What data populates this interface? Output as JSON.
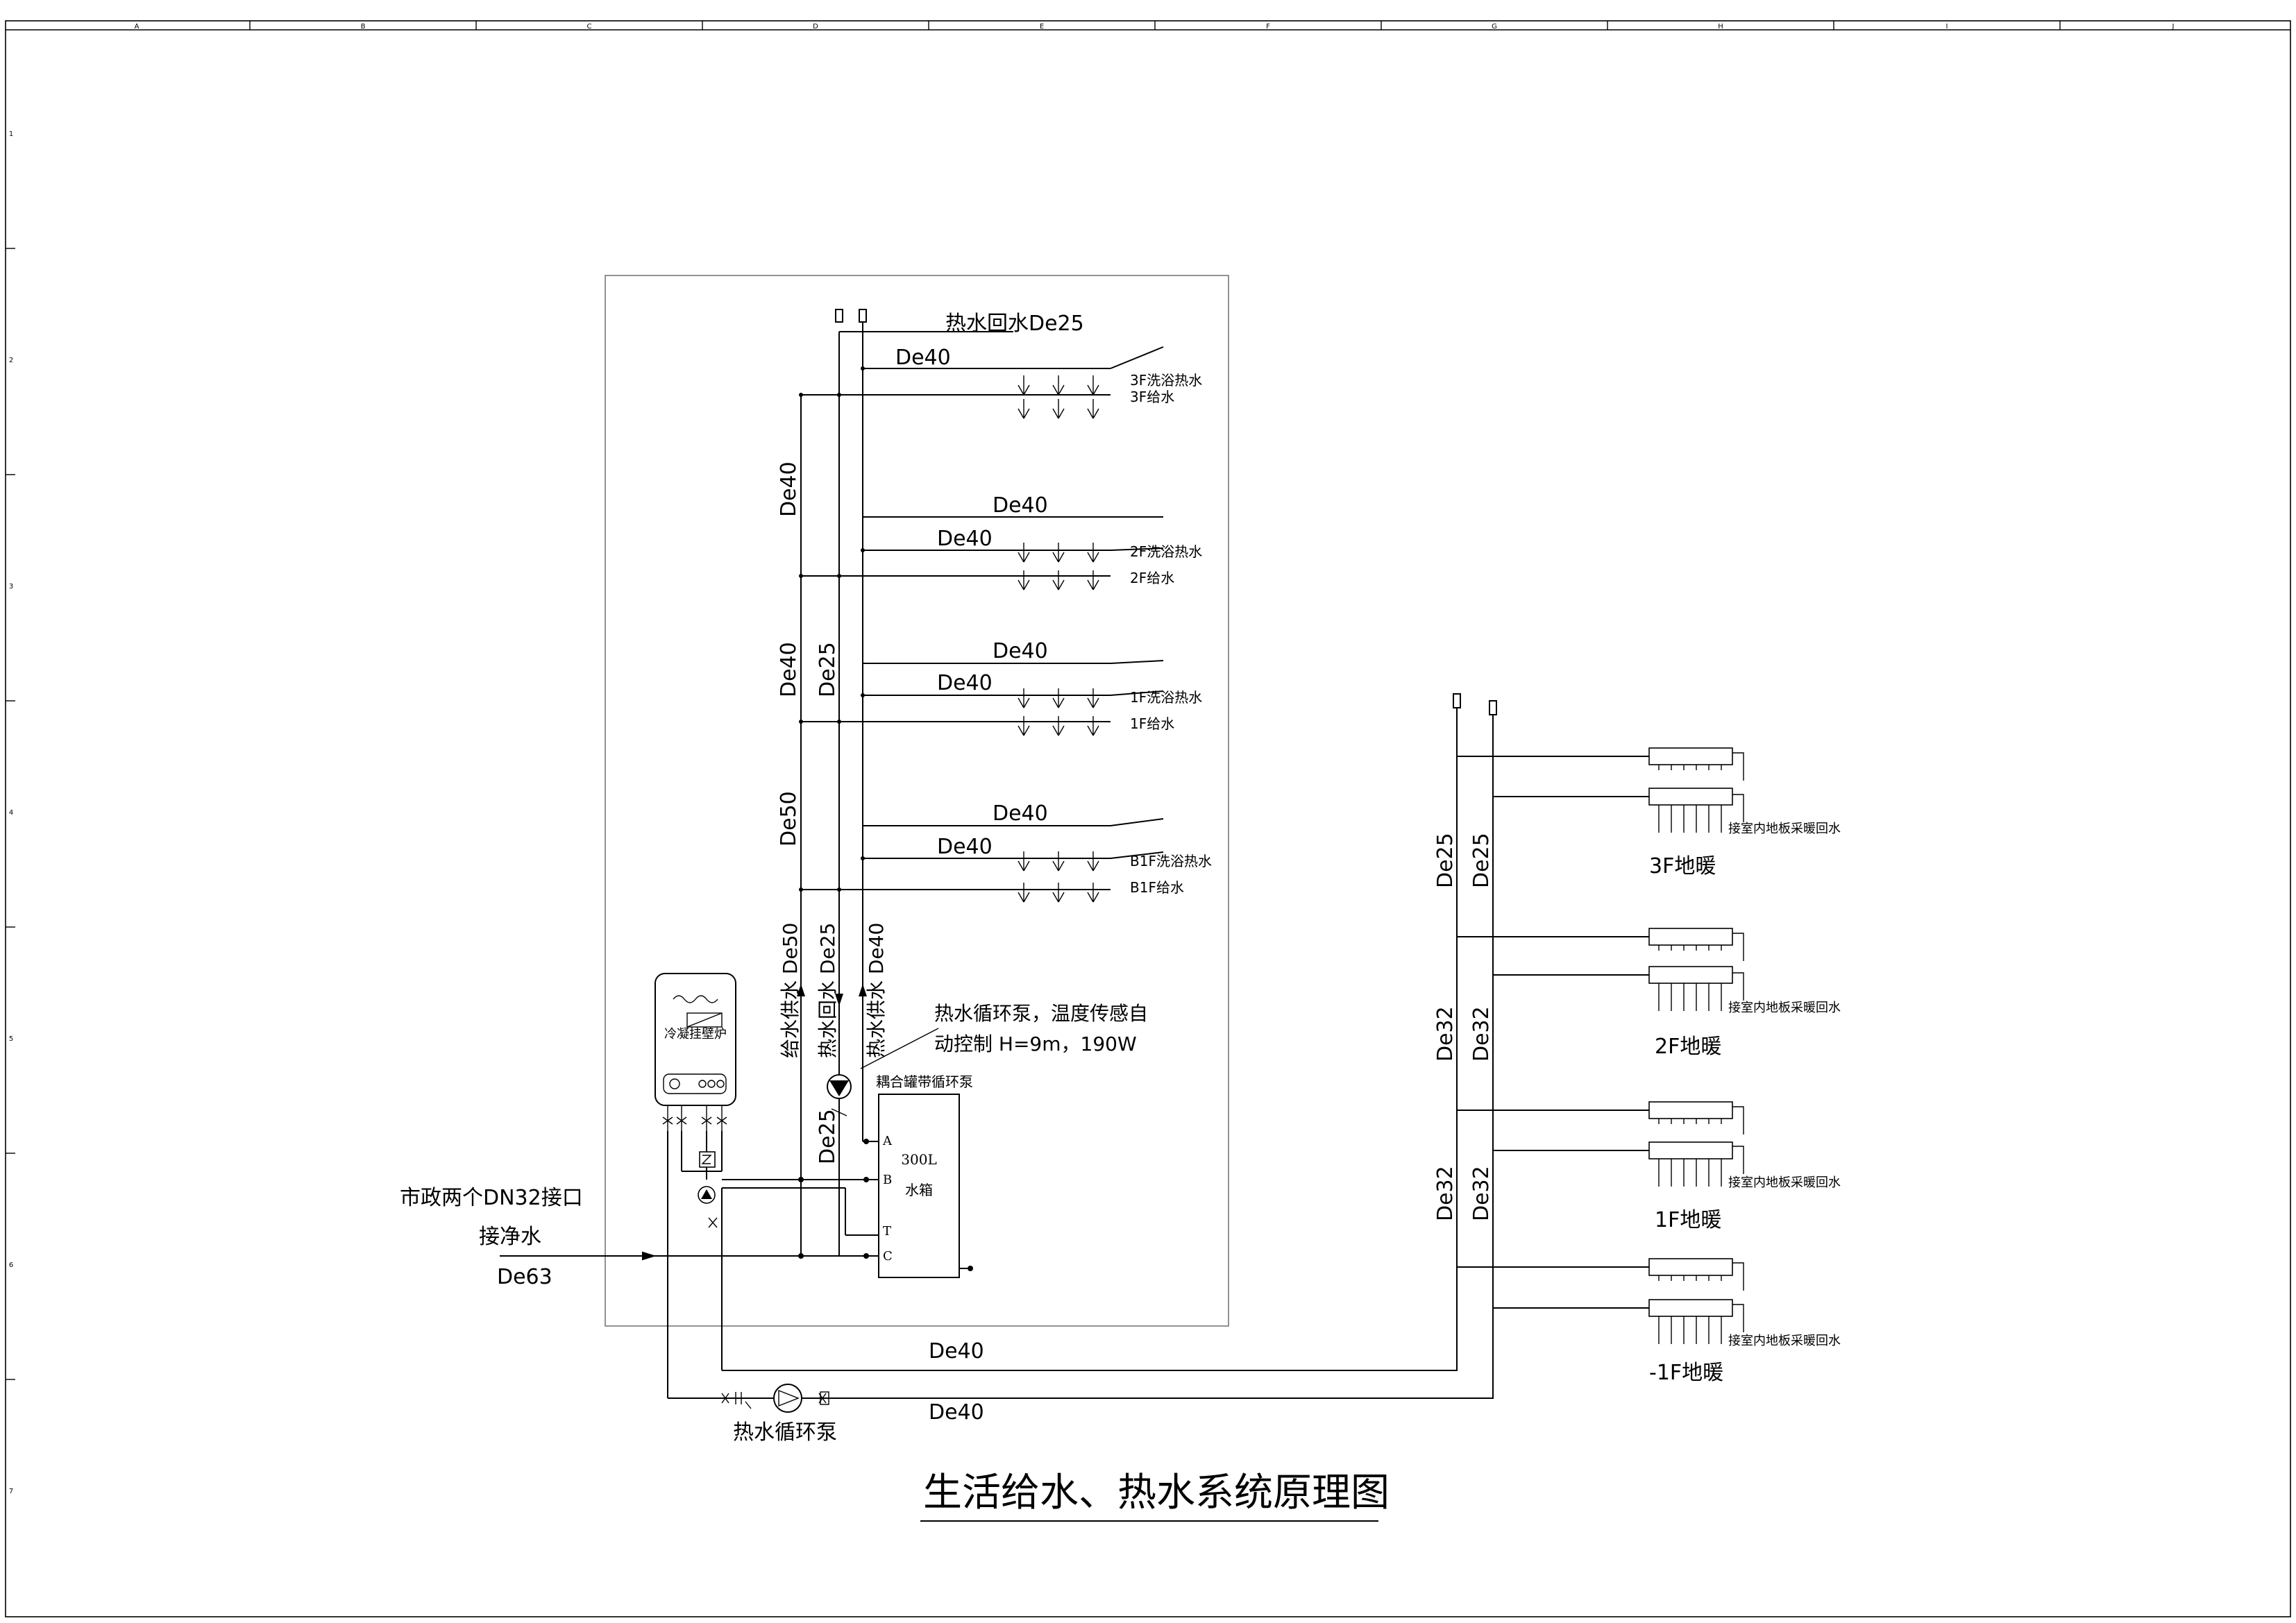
{
  "title": "生活给水、热水系统原理图",
  "grid": {
    "cols": [
      "A",
      "B",
      "C",
      "D",
      "E",
      "F",
      "G",
      "H",
      "I",
      "J"
    ],
    "rows": [
      "1",
      "2",
      "3",
      "4",
      "5",
      "6",
      "7"
    ]
  },
  "left_system": {
    "hot_return_top": "热水回水De25",
    "floors": [
      {
        "hot_label": "3F洗浴热水",
        "cold_label": "3F给水",
        "size_upper": "",
        "size_lower": "De40"
      },
      {
        "hot_label": "2F洗浴热水",
        "cold_label": "2F给水",
        "size_upper": "De40",
        "size_lower": "De40"
      },
      {
        "hot_label": "1F洗浴热水",
        "cold_label": "1F给水",
        "size_upper": "De40",
        "size_lower": "De40"
      },
      {
        "hot_label": "B1F洗浴热水",
        "cold_label": "B1F给水",
        "size_upper": "De40",
        "size_lower": "De40"
      }
    ],
    "riser_sizes": {
      "r1": "De40",
      "r2": "De40",
      "r3": "De50",
      "r4": "De25"
    },
    "riser_names": {
      "supply": "给水供水 De50",
      "hot_return": "热水回水 De25",
      "hot_supply": "热水供水 De40"
    },
    "pump_note_line1": "热水循环泵，温度传感自",
    "pump_note_line2": "动控制 H=9m，190W",
    "coupling_label": "耦合罐带循环泵",
    "tank_line1": "300L",
    "tank_line2": "水箱",
    "tank_ports": [
      "A",
      "B",
      "T",
      "C"
    ],
    "boiler_label": "冷凝挂壁炉",
    "small_de25": "De25",
    "municipal_line1": "市政两个DN32接口",
    "municipal_line2": "接净水",
    "municipal_size": "De63",
    "bottom_size_1": "De40",
    "bottom_size_2": "De40",
    "circ_pump_label": "热水循环泵"
  },
  "right_system": {
    "manifold_note": "接室内地板采暖回水",
    "floors": [
      {
        "label": "3F地暖"
      },
      {
        "label": "2F地暖"
      },
      {
        "label": "1F地暖"
      },
      {
        "label": "-1F地暖"
      }
    ],
    "riser_sizes": [
      {
        "left": "De25",
        "right": "De25"
      },
      {
        "left": "De32",
        "right": "De32"
      },
      {
        "left": "De32",
        "right": "De32"
      }
    ]
  }
}
